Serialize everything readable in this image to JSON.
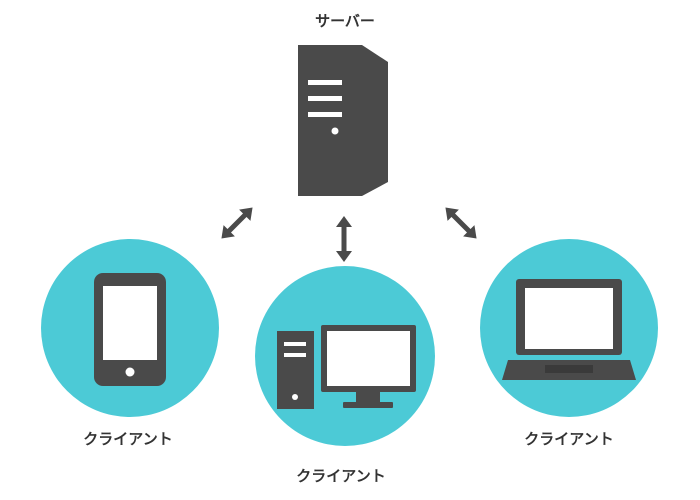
{
  "server": {
    "label": "サーバー",
    "icon": "server-tower-icon"
  },
  "clients": [
    {
      "label": "クライアント",
      "icon": "smartphone-icon"
    },
    {
      "label": "クライアント",
      "icon": "desktop-computer-icon"
    },
    {
      "label": "クライアント",
      "icon": "laptop-icon"
    }
  ],
  "connections": [
    {
      "from": "server",
      "to": "smartphone",
      "icon": "double-arrow-icon"
    },
    {
      "from": "server",
      "to": "desktop",
      "icon": "double-arrow-icon"
    },
    {
      "from": "server",
      "to": "laptop",
      "icon": "double-arrow-icon"
    }
  ],
  "colors": {
    "icon_dark": "#4a4a4a",
    "circle_teal": "#4ccad6",
    "text": "#333333",
    "background": "#ffffff"
  }
}
